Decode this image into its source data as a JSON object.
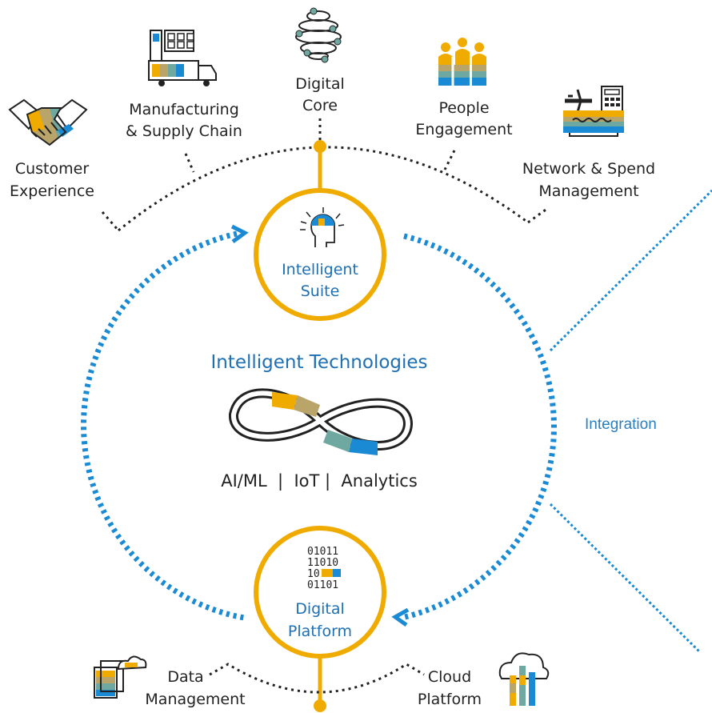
{
  "colors": {
    "gold": "#f0ab00",
    "blue": "#1a8ad4",
    "dark_blue": "#1f6fb3",
    "olive": "#b9a56a",
    "teal": "#6ea8a0",
    "black": "#222222"
  },
  "top_apps": [
    {
      "line1": "Customer",
      "line2": "Experience",
      "icon": "handshake-icon"
    },
    {
      "line1": "Manufacturing",
      "line2": "& Supply Chain",
      "icon": "factory-truck-icon"
    },
    {
      "line1": "Digital",
      "line2": "Core",
      "icon": "digital-core-sphere-icon"
    },
    {
      "line1": "People",
      "line2": "Engagement",
      "icon": "people-group-icon"
    },
    {
      "line1": "Network & Spend",
      "line2": "Management",
      "icon": "plane-calculator-icon"
    }
  ],
  "suite": {
    "line1": "Intelligent",
    "line2": "Suite",
    "icon": "head-lightbulb-icon"
  },
  "technologies": {
    "title": "Intelligent Technologies",
    "subtitle": "AI/ML  |  IoT |  Analytics",
    "icon": "infinity-loop-icon"
  },
  "platform": {
    "line1": "Digital",
    "line2": "Platform",
    "binary": [
      "01011",
      "11010",
      "10",
      "01101"
    ],
    "icon": "binary-data-icon"
  },
  "bottom_apps": [
    {
      "line1": "Data",
      "line2": "Management",
      "icon": "data-documents-icon"
    },
    {
      "line1": "Cloud",
      "line2": "Platform",
      "icon": "cloud-bars-icon"
    }
  ],
  "integration": {
    "label": "Integration"
  }
}
